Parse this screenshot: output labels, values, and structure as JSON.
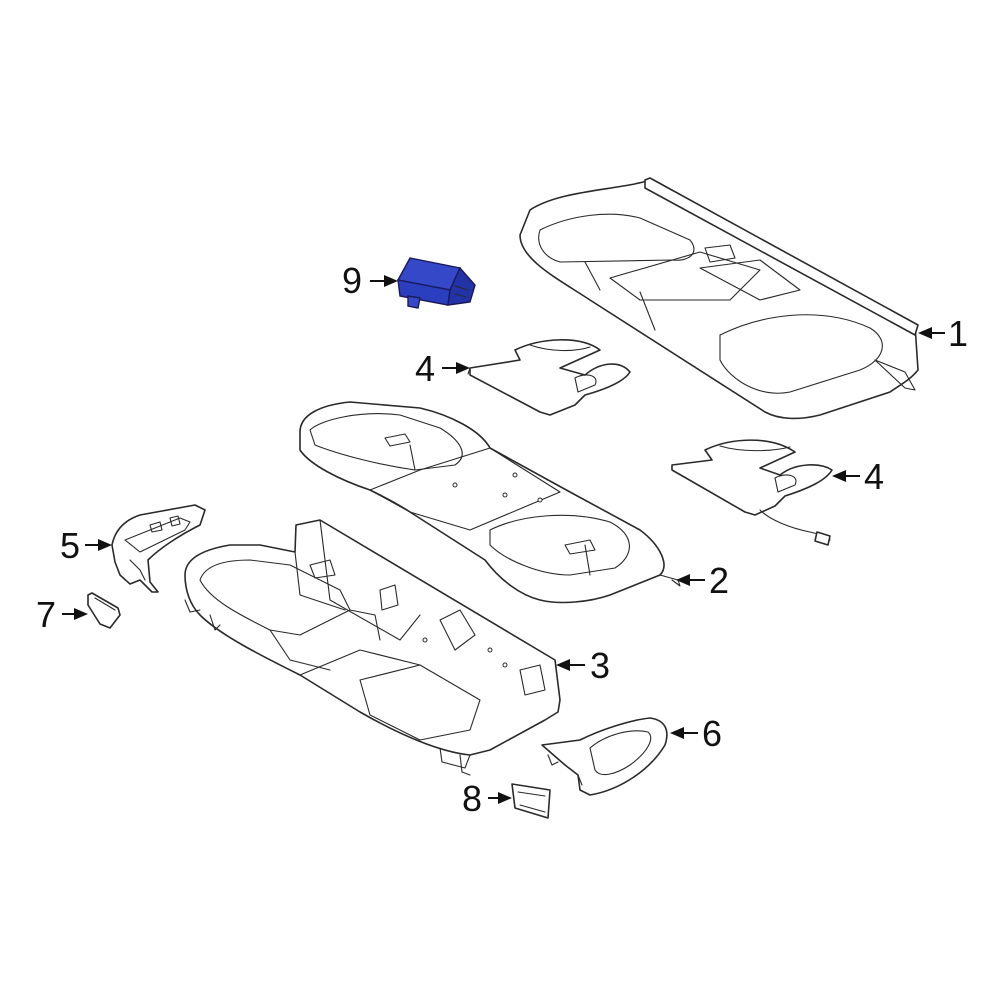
{
  "callouts": [
    {
      "id": "1",
      "label": "1"
    },
    {
      "id": "2",
      "label": "2"
    },
    {
      "id": "3",
      "label": "3"
    },
    {
      "id": "4a",
      "label": "4"
    },
    {
      "id": "4b",
      "label": "4"
    },
    {
      "id": "5",
      "label": "5"
    },
    {
      "id": "6",
      "label": "6"
    },
    {
      "id": "7",
      "label": "7"
    },
    {
      "id": "8",
      "label": "8"
    },
    {
      "id": "9",
      "label": "9"
    }
  ],
  "colors": {
    "highlight_part": "#2a3fbf",
    "line": "#2a2a2a",
    "background": "#ffffff"
  },
  "highlighted_part": "9"
}
